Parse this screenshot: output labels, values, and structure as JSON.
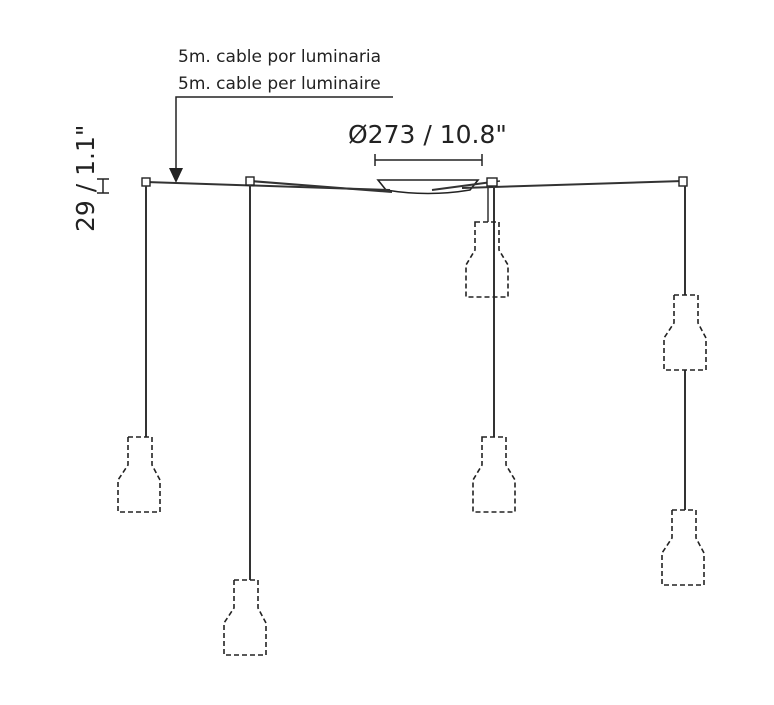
{
  "annotations": {
    "cable_es": "5m. cable por luminaria",
    "cable_en": "5m. cable per luminaire",
    "diameter": "Ø273 / 10.8\"",
    "canopy_height": "29 / 1.1\""
  },
  "luminaires": {
    "count": 6,
    "shade_style": "dashed-outline"
  },
  "colors": {
    "line": "#333333",
    "background": "#ffffff"
  }
}
